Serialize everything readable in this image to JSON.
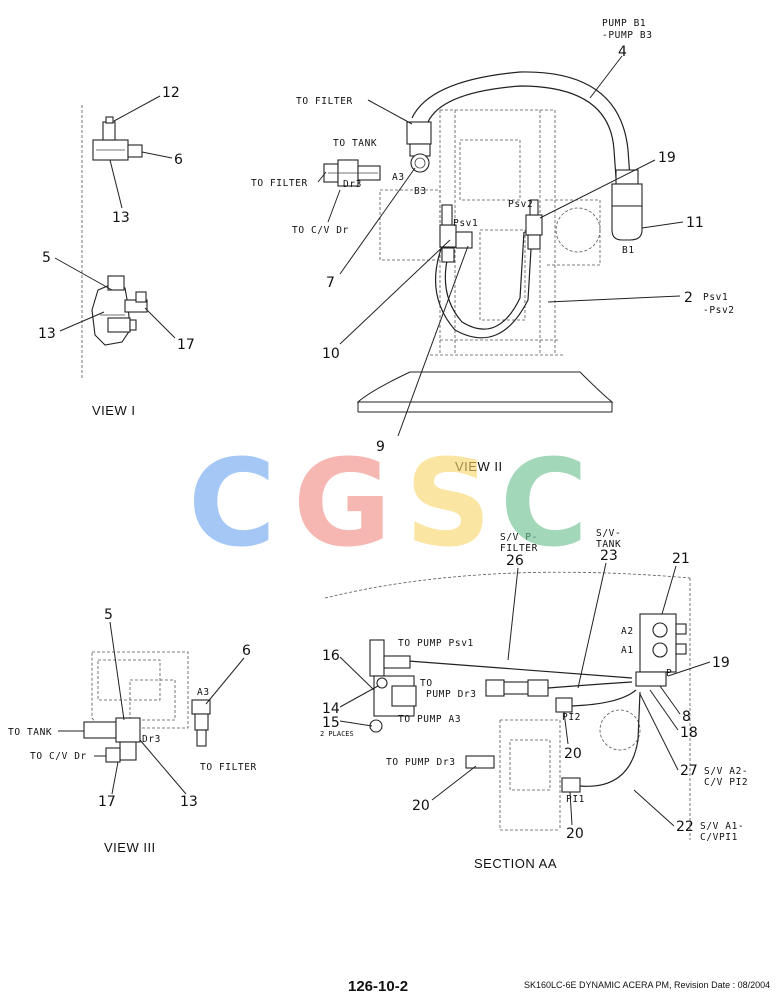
{
  "views": {
    "view1": "VIEW I",
    "view2": "VIEW II",
    "view3": "VIEW III",
    "section": "SECTION AA"
  },
  "labels": {
    "pump_b1_b3": [
      "PUMP B1",
      "-PUMP B3"
    ],
    "to_filter": "TO FILTER",
    "to_tank": "TO TANK",
    "dr3": "Dr3",
    "a3": "A3",
    "b3": "B3",
    "b1": "B1",
    "to_cv_dr": "TO C/V Dr",
    "psv1": "Psv1",
    "psv2": "Psv2",
    "psv1_psv2": [
      "Psv1",
      "-Psv2"
    ],
    "sv_p_filter": [
      "S/V P-",
      "FILTER"
    ],
    "sv_tank": [
      "S/V-",
      "TANK"
    ],
    "a2": "A2",
    "a1": "A1",
    "p": "P",
    "to_pump_psv1": "TO PUMP Psv1",
    "to_pump_dr3_a": [
      "TO",
      "PUMP Dr3"
    ],
    "to_pump_a3": "TO PUMP A3",
    "two_places": "2 PLACES",
    "pi2": "PI2",
    "pi1": "PI1",
    "to_pump_dr3": "TO PUMP Dr3",
    "sv_a2": [
      "S/V A2-",
      "C/V PI2"
    ],
    "sv_a1": [
      "S/V A1-",
      "C/VPI1"
    ],
    "to_cv_dr_v3": "TO C/V Dr"
  },
  "callouts": {
    "n2": "2",
    "n4": "4",
    "n5": "5",
    "n6": "6",
    "n7": "7",
    "n8": "8",
    "n9": "9",
    "n10": "10",
    "n11": "11",
    "n12": "12",
    "n13": "13",
    "n14": "14",
    "n15": "15",
    "n16": "16",
    "n17": "17",
    "n18": "18",
    "n19": "19",
    "n20": "20",
    "n21": "21",
    "n22": "22",
    "n23": "23",
    "n26": "26",
    "n27": "27"
  },
  "watermark": {
    "text": "CGSC",
    "colors": [
      "#6ea6f2",
      "#f28b82",
      "#f9d66b",
      "#6cc091"
    ]
  },
  "footer": {
    "page": "126-10-2",
    "model": "SK160LC-6E DYNAMIC ACERA PM, Revision Date : 08/2004"
  }
}
